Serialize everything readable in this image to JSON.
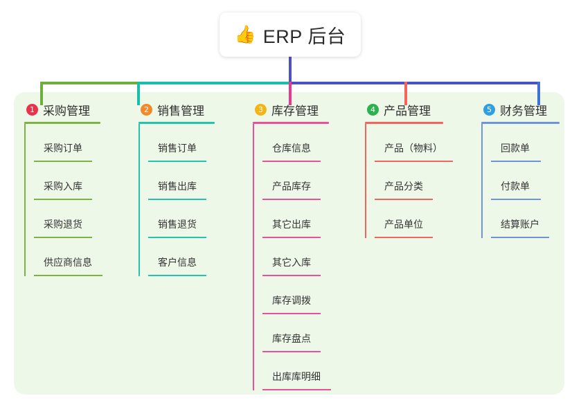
{
  "diagram": {
    "type": "mindmap",
    "title": "ERP 后台",
    "background_color": "#ffffff",
    "panel_color": "#eef8e9"
  },
  "root": {
    "icon": "thumbs-up-icon",
    "icon_glyph": "👍",
    "label": "ERP 后台"
  },
  "connector_colors": {
    "trunk": "#4b52c4",
    "segment_green": "#6fae3c",
    "segment_teal": "#19bfa8",
    "segment_blue": "#4b52c4",
    "stub_1": "#6fae3c",
    "stub_2": "#19bfa8",
    "stub_3": "#e8388f",
    "stub_4": "#f4645f",
    "stub_5": "#3f6fd8"
  },
  "columns": [
    {
      "number": "1",
      "badge_color": "#e8334a",
      "line_color": "#7cb342",
      "title": "采购管理",
      "items": [
        {
          "label": "采购订单",
          "rule_width": 84
        },
        {
          "label": "采购入库",
          "rule_width": 84
        },
        {
          "label": "采购退货",
          "rule_width": 84
        },
        {
          "label": "供应商信息",
          "rule_width": 99
        }
      ]
    },
    {
      "number": "2",
      "badge_color": "#f08a2a",
      "line_color": "#25c2ad",
      "title": "销售管理",
      "items": [
        {
          "label": "销售订单",
          "rule_width": 84
        },
        {
          "label": "销售出库",
          "rule_width": 84
        },
        {
          "label": "销售退货",
          "rule_width": 84
        },
        {
          "label": "客户信息",
          "rule_width": 84
        }
      ]
    },
    {
      "number": "3",
      "badge_color": "#f2b416",
      "line_color": "#ea4f9a",
      "title": "库存管理",
      "items": [
        {
          "label": "仓库信息",
          "rule_width": 84
        },
        {
          "label": "产品库存",
          "rule_width": 84
        },
        {
          "label": "其它出库",
          "rule_width": 84
        },
        {
          "label": "其它入库",
          "rule_width": 84
        },
        {
          "label": "库存调拨",
          "rule_width": 84
        },
        {
          "label": "库存盘点",
          "rule_width": 84
        },
        {
          "label": "出库库明细",
          "rule_width": 99
        }
      ]
    },
    {
      "number": "4",
      "badge_color": "#2db14f",
      "line_color": "#f4645f",
      "title": "产品管理",
      "items": [
        {
          "label": "产品（物料）",
          "rule_width": 113
        },
        {
          "label": "产品分类",
          "rule_width": 84
        },
        {
          "label": "产品单位",
          "rule_width": 84
        }
      ]
    },
    {
      "number": "5",
      "badge_color": "#2f9fe0",
      "line_color": "#6f93d8",
      "title": "财务管理",
      "items": [
        {
          "label": "回款单",
          "rule_width": 72
        },
        {
          "label": "付款单",
          "rule_width": 72
        },
        {
          "label": "结算账户",
          "rule_width": 84
        }
      ]
    }
  ]
}
